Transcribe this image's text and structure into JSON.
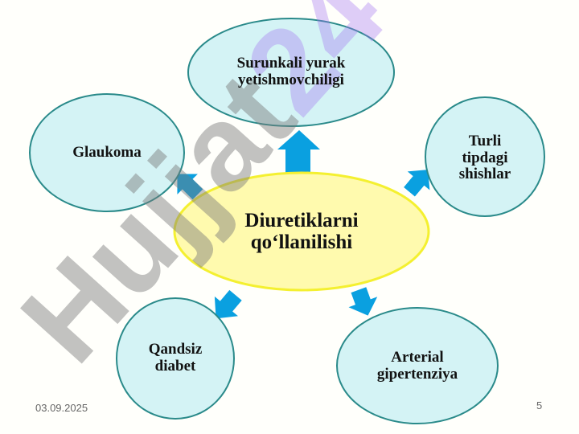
{
  "center": {
    "label": "Diuretiklarni qo‘llanilishi"
  },
  "nodes": [
    {
      "label": "Surunkali yurak yetishmovchiligi"
    },
    {
      "label": "Glaukoma"
    },
    {
      "label": "Turli tipdagi shishlar"
    },
    {
      "label": "Qandsiz diabet"
    },
    {
      "label": "Arterial gipertenziya"
    }
  ],
  "footer": {
    "date": "03.09.2025",
    "page": "5"
  },
  "watermark": "Hujjat24",
  "colors": {
    "node_fill": "#d4f3f5",
    "node_stroke": "#2a8a8a",
    "center_fill": "#fff9a0",
    "center_stroke": "#f4f030",
    "arrow": "#0aa0e0"
  }
}
